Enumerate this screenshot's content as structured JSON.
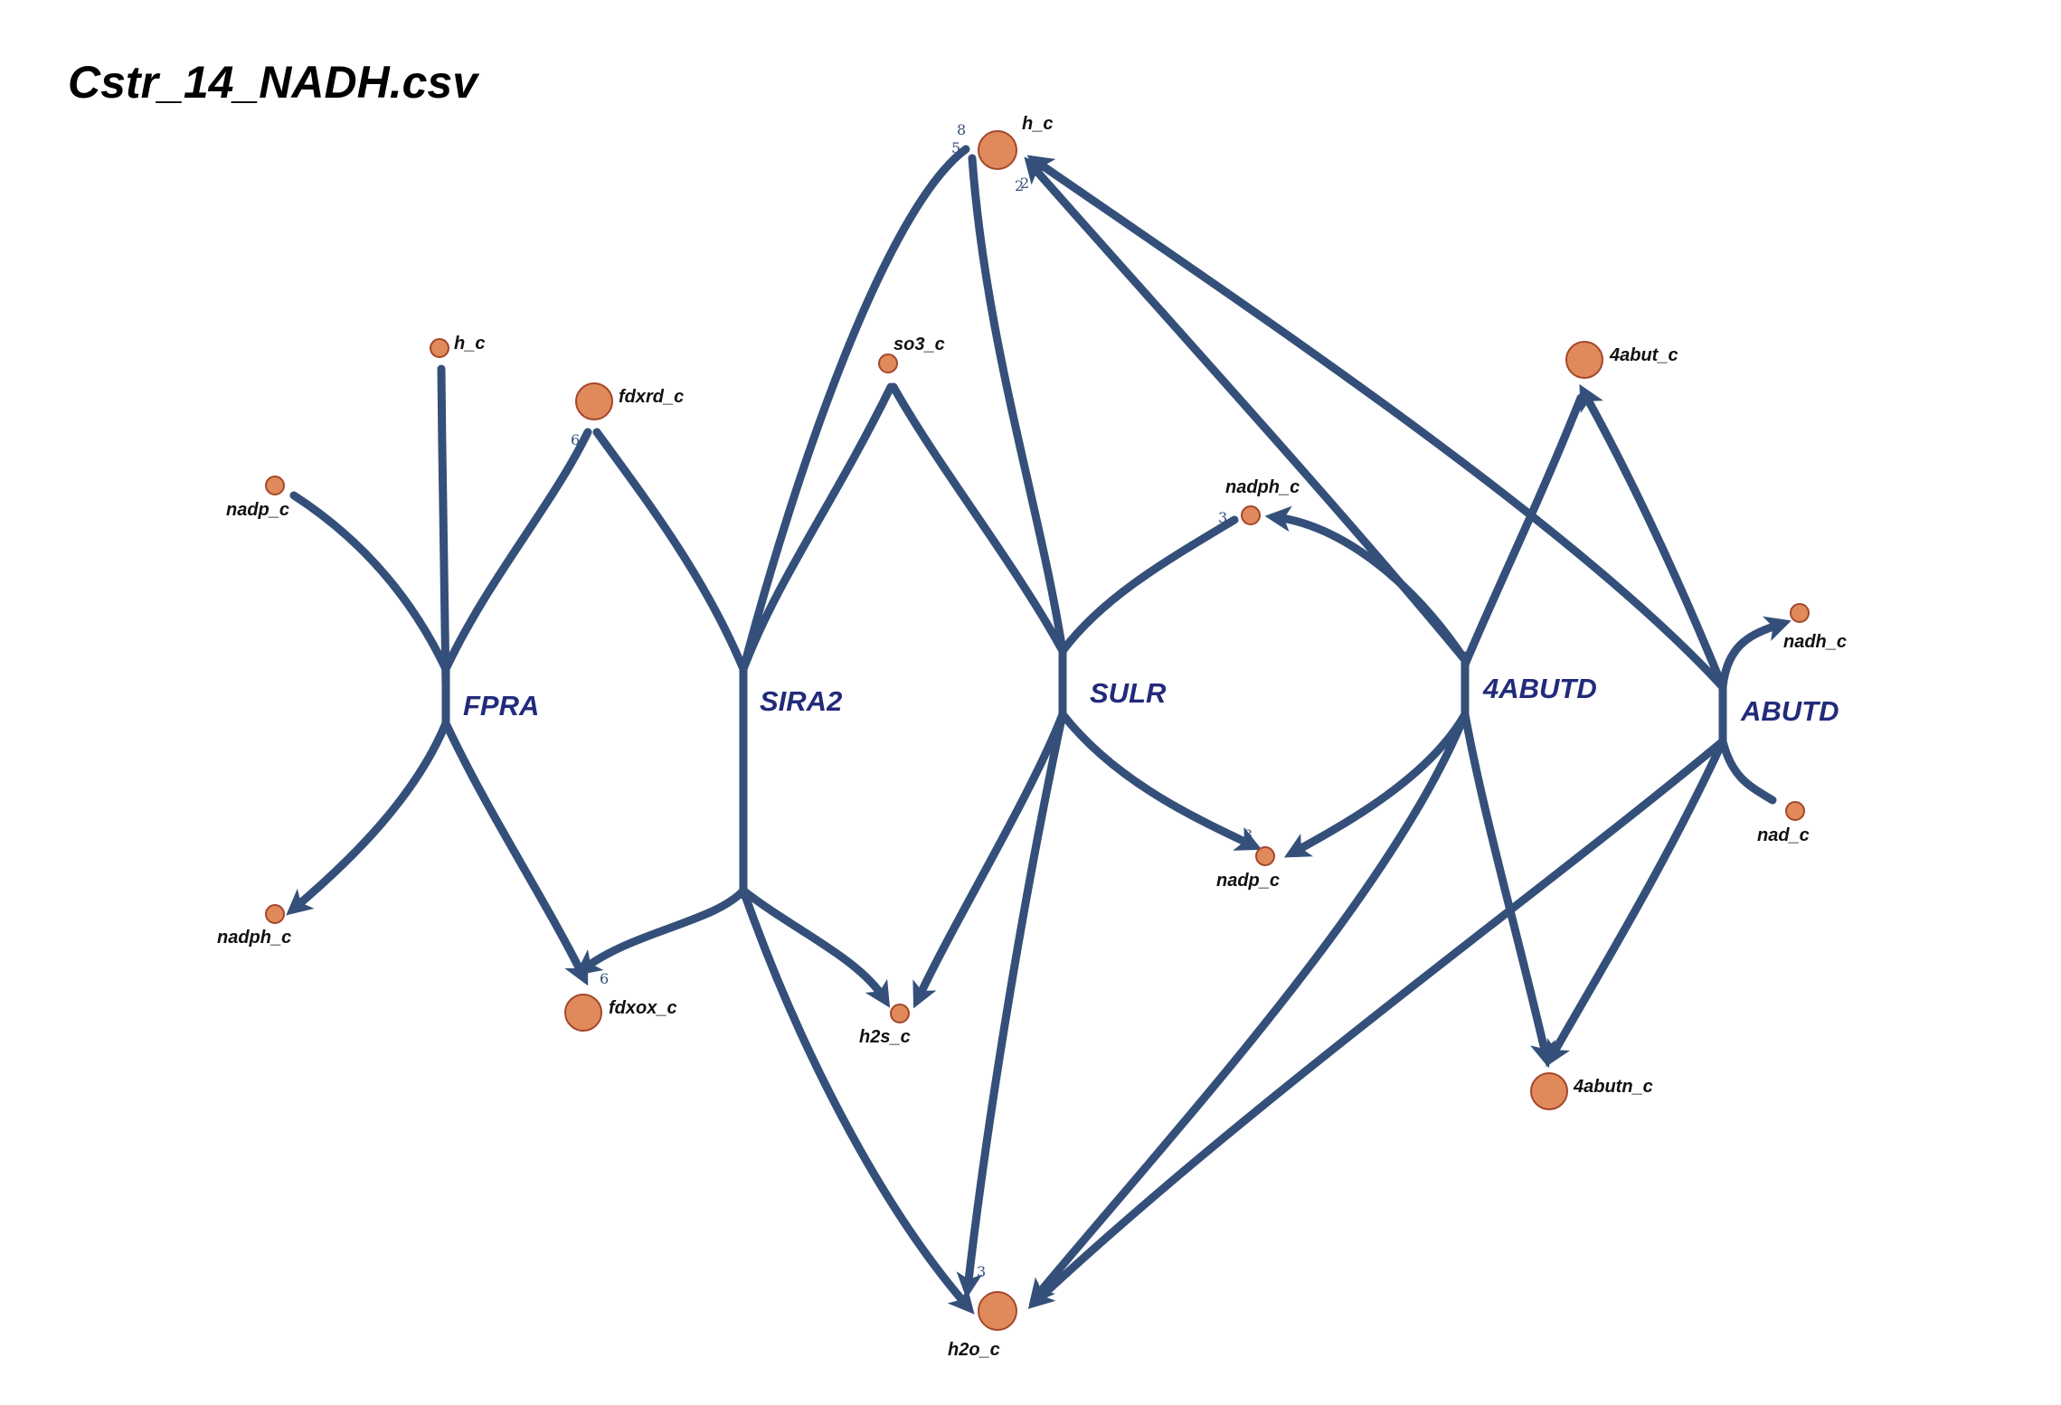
{
  "title": "Cstr_14_NADH.csv",
  "colors": {
    "edge": "#34507a",
    "metabolite_fill": "#e08a5c",
    "metabolite_stroke": "#a4472a",
    "reaction_label": "#222b7a"
  },
  "reactions": [
    "FPRA",
    "SIRA2",
    "SULR",
    "4ABUTD",
    "ABUTD"
  ],
  "metabolites": [
    "h_c",
    "fdxrd_c",
    "nadp_c",
    "nadph_c",
    "fdxox_c",
    "so3_c",
    "h2s_c",
    "h_c",
    "h2o_c",
    "nadph_c",
    "nadp_c",
    "4abut_c",
    "4abutn_c",
    "nadh_c",
    "nad_c"
  ],
  "stoichiometry_labels": [
    "6",
    "6",
    "8",
    "5",
    "2",
    "2",
    "3",
    "3",
    "3"
  ]
}
